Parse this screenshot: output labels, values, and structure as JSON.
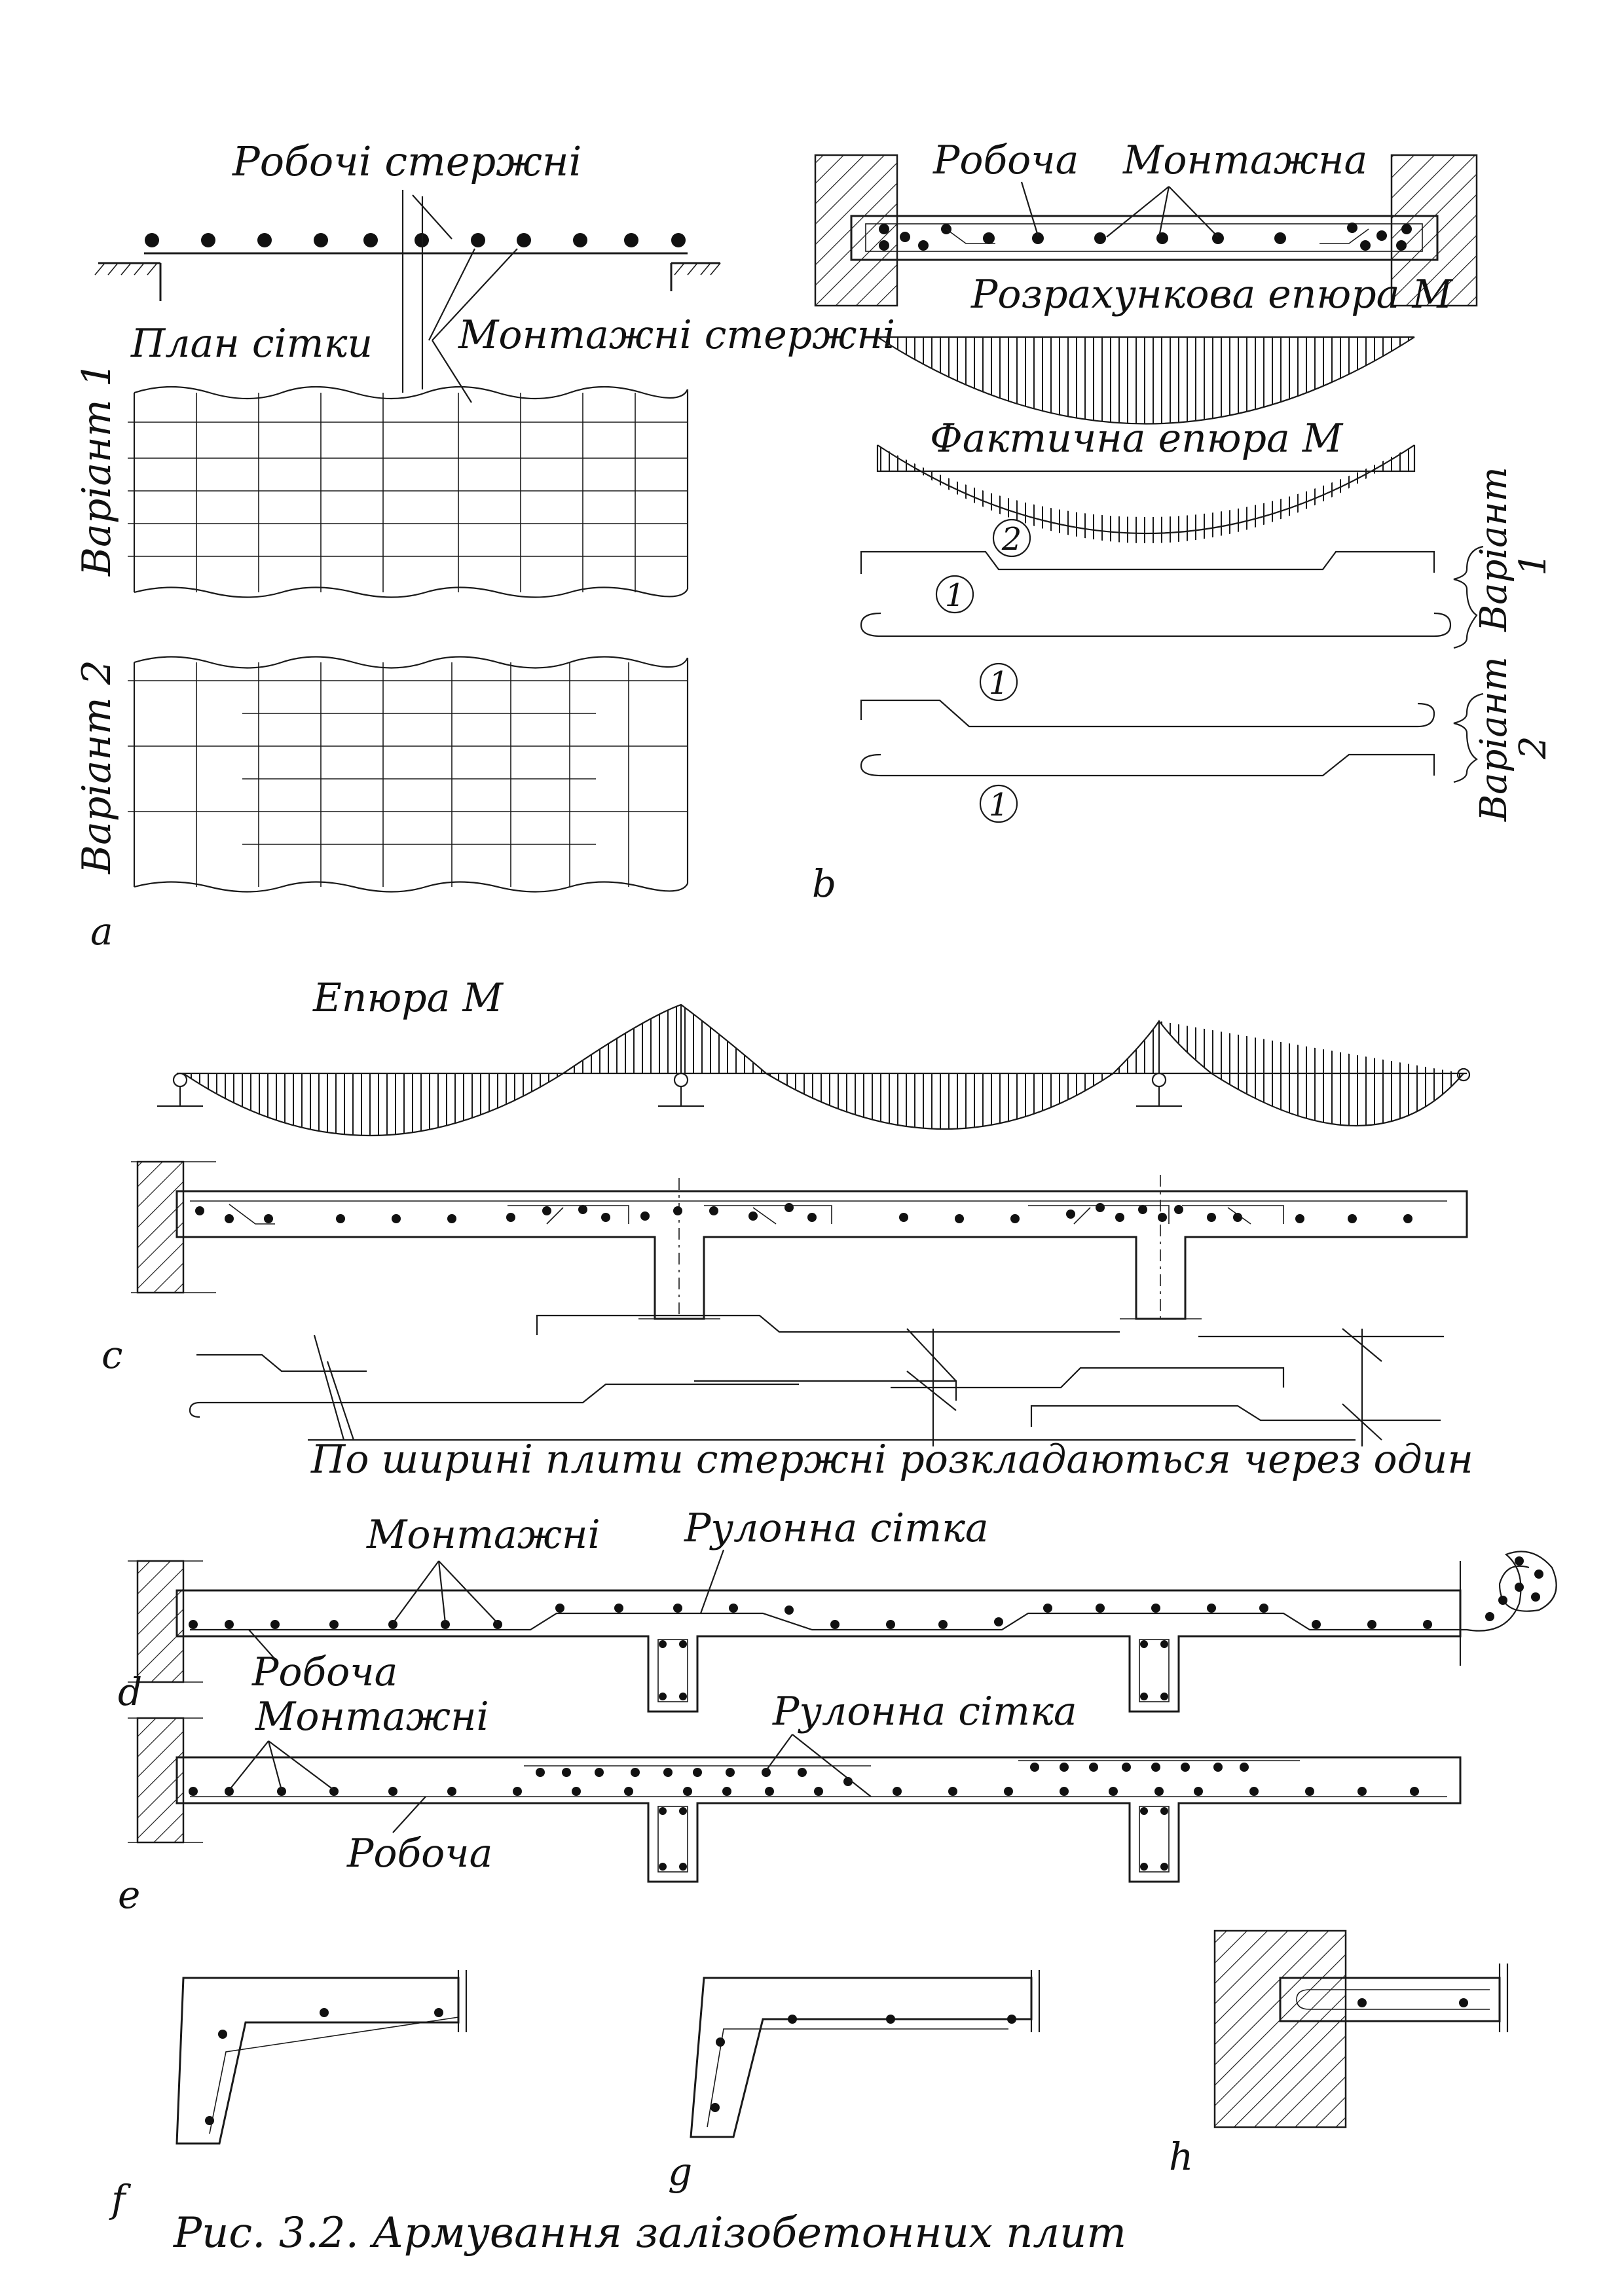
{
  "panel_a": {
    "label": "a",
    "working_bars": "Робочі стержні",
    "mesh_plan": "План сітки",
    "assembly_bars": "Монтажні стержні",
    "variant1": "Варіант 1",
    "variant2": "Варіант 2"
  },
  "panel_b": {
    "label": "b",
    "working": "Робоча",
    "assembly": "Монтажна",
    "calc_diagram": "Розрахункова епюра М",
    "actual_diagram": "Фактична епюра М",
    "bar1": "1",
    "bar2": "2",
    "variant1_word": "Варіант",
    "variant1_num": "1",
    "variant2_word": "Варіант",
    "variant2_num": "2"
  },
  "panel_c": {
    "label": "c",
    "moment_diagram": "Епюра М",
    "note": "По ширині плити стержні розкладаються через один"
  },
  "panel_d": {
    "label": "d",
    "assembly": "Монтажні",
    "rolled_mesh": "Рулонна сітка",
    "working": "Робоча"
  },
  "panel_e": {
    "label": "e",
    "assembly": "Монтажні",
    "rolled_mesh": "Рулонна сітка",
    "working": "Робоча"
  },
  "panel_f": {
    "label": "f"
  },
  "panel_g": {
    "label": "g"
  },
  "panel_h": {
    "label": "h"
  },
  "caption": "Рис. 3.2. Армування залізобетонних плит"
}
